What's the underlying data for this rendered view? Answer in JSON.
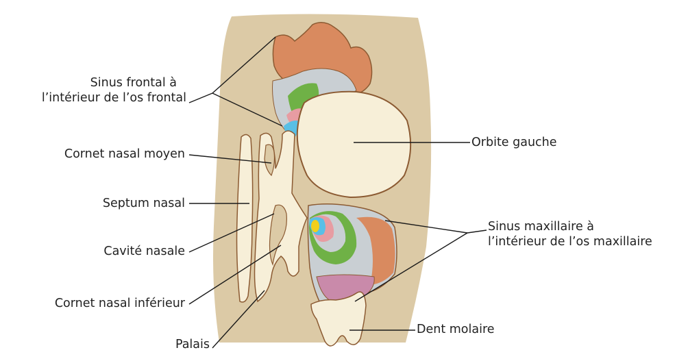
{
  "labels": {
    "frontal_line1": "Sinus frontal à",
    "frontal_line2": "l’intérieur de l’os frontal",
    "middle_turbinate": "Cornet nasal moyen",
    "septum": "Septum nasal",
    "nasal_cavity": "Cavité nasale",
    "inferior_turbinate": "Cornet nasal inférieur",
    "palate": "Palais",
    "orbit": "Orbite gauche",
    "maxillary_line1": "Sinus maxillaire à",
    "maxillary_line2": "l’intérieur de l’os maxillaire",
    "molar": "Dent molaire"
  },
  "colors": {
    "background_bone": "#dccaa6",
    "outline": "#8b5a32",
    "cavity_cream": "#f7efd8",
    "orange": "#d98a5f",
    "grey": "#c9cfd3",
    "green": "#6fb146",
    "pink": "#e79ca2",
    "blue": "#58bfe6",
    "yellow": "#f2cf1b",
    "purple": "#c98aaa",
    "tooth": "#f6efd9",
    "leader": "#1a1a1a"
  }
}
